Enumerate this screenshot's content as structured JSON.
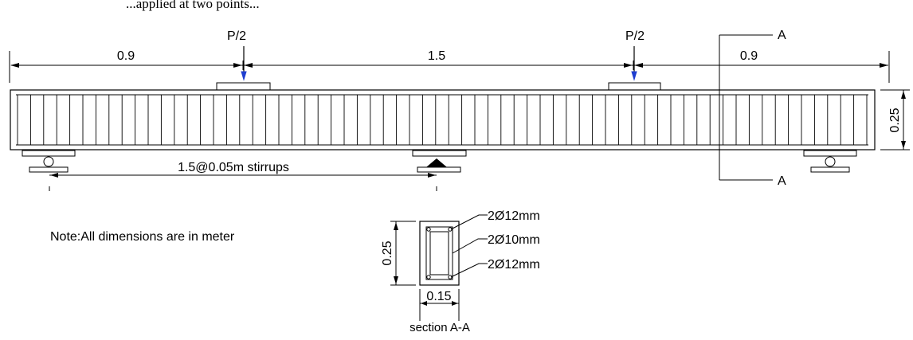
{
  "header_fragment": "...applied at two points...",
  "load_labels": {
    "left": "P/2",
    "right": "P/2"
  },
  "spans": {
    "left": "0.9",
    "middle": "1.5",
    "right": "0.9"
  },
  "beam_depth": "0.25",
  "stirrup_note": "1.5@0.05m stirrups",
  "section_cut": {
    "top": "A",
    "bottom": "A"
  },
  "note": "Note:All dimensions are in meter",
  "section": {
    "height": "0.25",
    "width": "0.15",
    "title": "section A-A",
    "rebar_top": "2Ø12mm",
    "rebar_mid": "2Ø10mm",
    "rebar_bottom": "2Ø12mm"
  }
}
